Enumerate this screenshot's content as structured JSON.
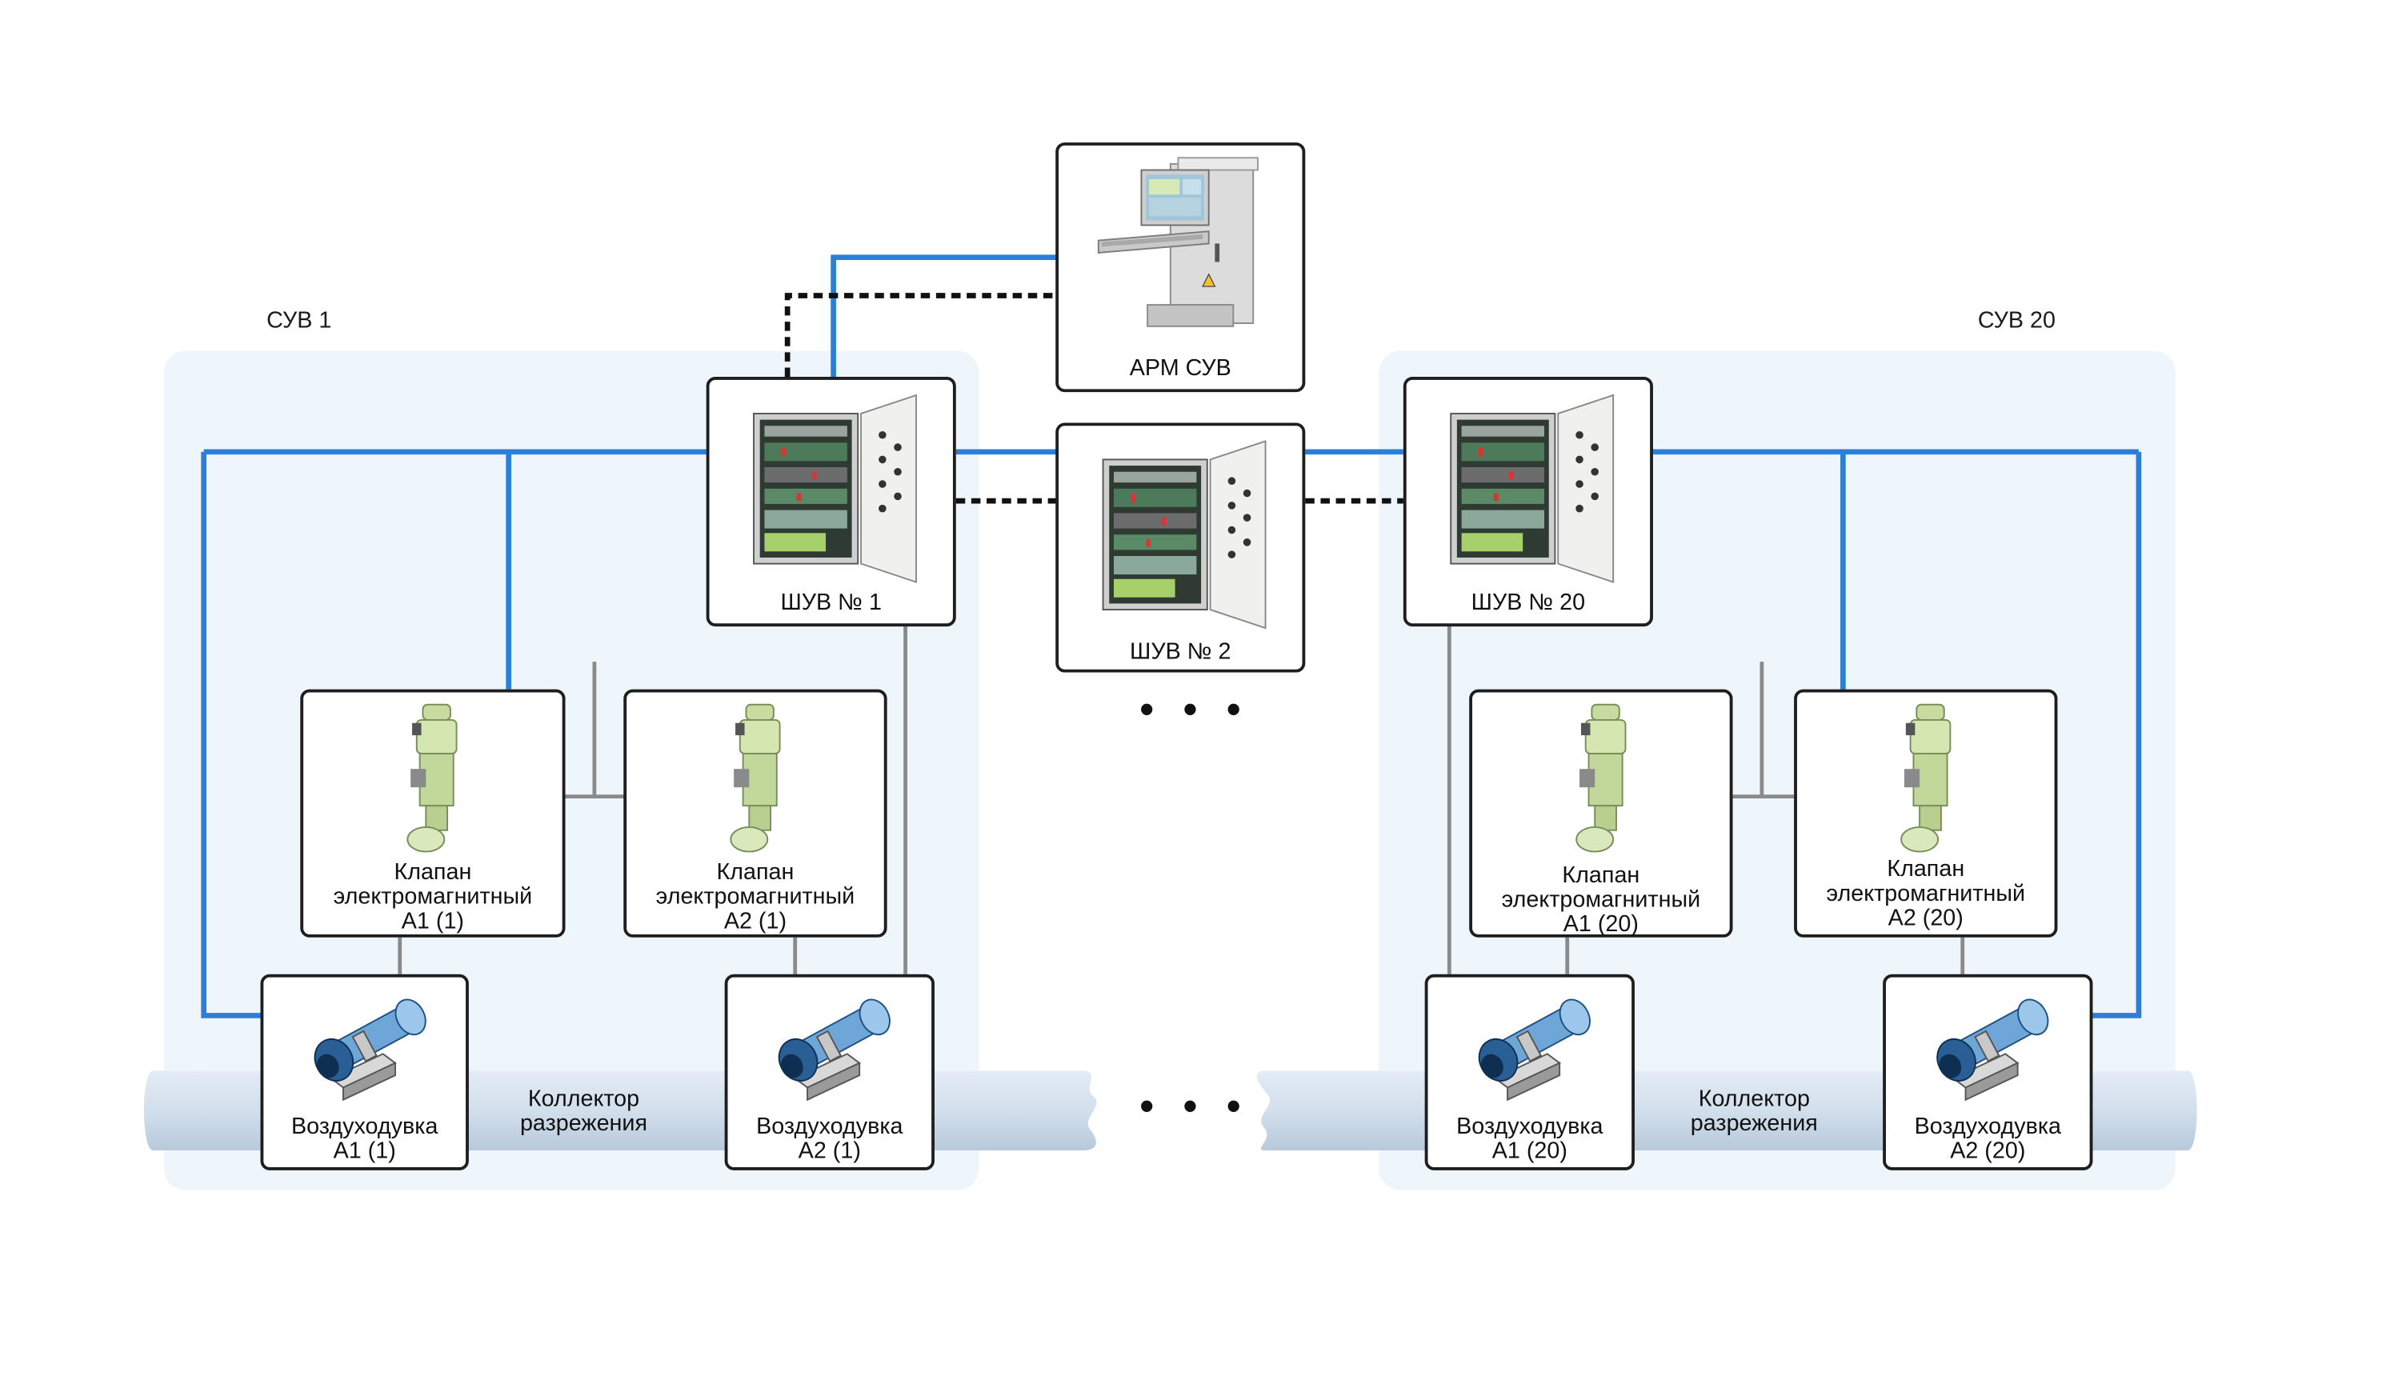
{
  "zones": {
    "left_label": "СУВ 1",
    "right_label": "СУВ 20"
  },
  "arm": {
    "label": "АРМ СУВ"
  },
  "cabinets": {
    "c1": "ШУВ  № 1",
    "c2": "ШУВ № 2",
    "c20": "ШУВ № 20"
  },
  "valves": {
    "v1": [
      "Клапан",
      "электромагнитный",
      "А1 (1)"
    ],
    "v2": [
      "Клапан",
      "электромагнитный",
      "А2 (1)"
    ],
    "v3": [
      "Клапан",
      "электромагнитный",
      "А1 (20)"
    ],
    "v4": [
      "Клапан",
      "электромагнитный",
      "А2 (20)"
    ]
  },
  "blowers": {
    "b1": [
      "Воздуходувка",
      "А1 (1)"
    ],
    "b2": [
      "Воздуходувка",
      "А2 (1)"
    ],
    "b3": [
      "Воздуходувка",
      "А1 (20)"
    ],
    "b4": [
      "Воздуходувка",
      "А2 (20)"
    ]
  },
  "collector": {
    "left": [
      "Коллектор",
      "разрежения"
    ],
    "right": [
      "Коллектор",
      "разрежения"
    ]
  },
  "ellipsis": "• • •",
  "colors": {
    "blue_line": "#2b7fd9",
    "gray_line": "#8a8a8a",
    "dashed_line": "#111111",
    "zone_fill": "#eef6fc",
    "pipe_fill": "#c9d8e8"
  }
}
